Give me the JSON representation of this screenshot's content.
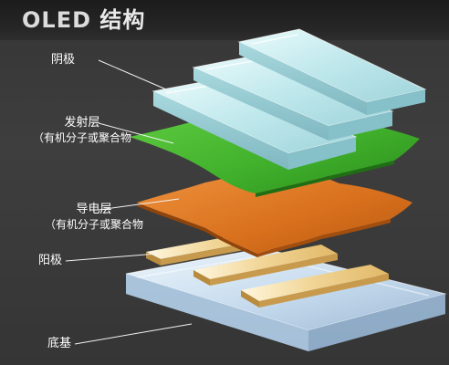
{
  "title": {
    "latin": "OLED",
    "cjk": "结构"
  },
  "layers": {
    "cathode": {
      "label": "阴极"
    },
    "emissive": {
      "label": "发射层",
      "sublabel": "（有机分子或聚合物"
    },
    "conductive": {
      "label": "导电层",
      "sublabel": "（有机分子或聚合物"
    },
    "anode": {
      "label": "阳极"
    },
    "substrate": {
      "label": "底基"
    }
  },
  "colors": {
    "background": "#3a3a3a",
    "cathode": "#bfe8ec",
    "emissive": "#3fae2a",
    "conductive": "#d9731f",
    "anode": "#f3dca8",
    "substrate": "#d6e6f4"
  }
}
